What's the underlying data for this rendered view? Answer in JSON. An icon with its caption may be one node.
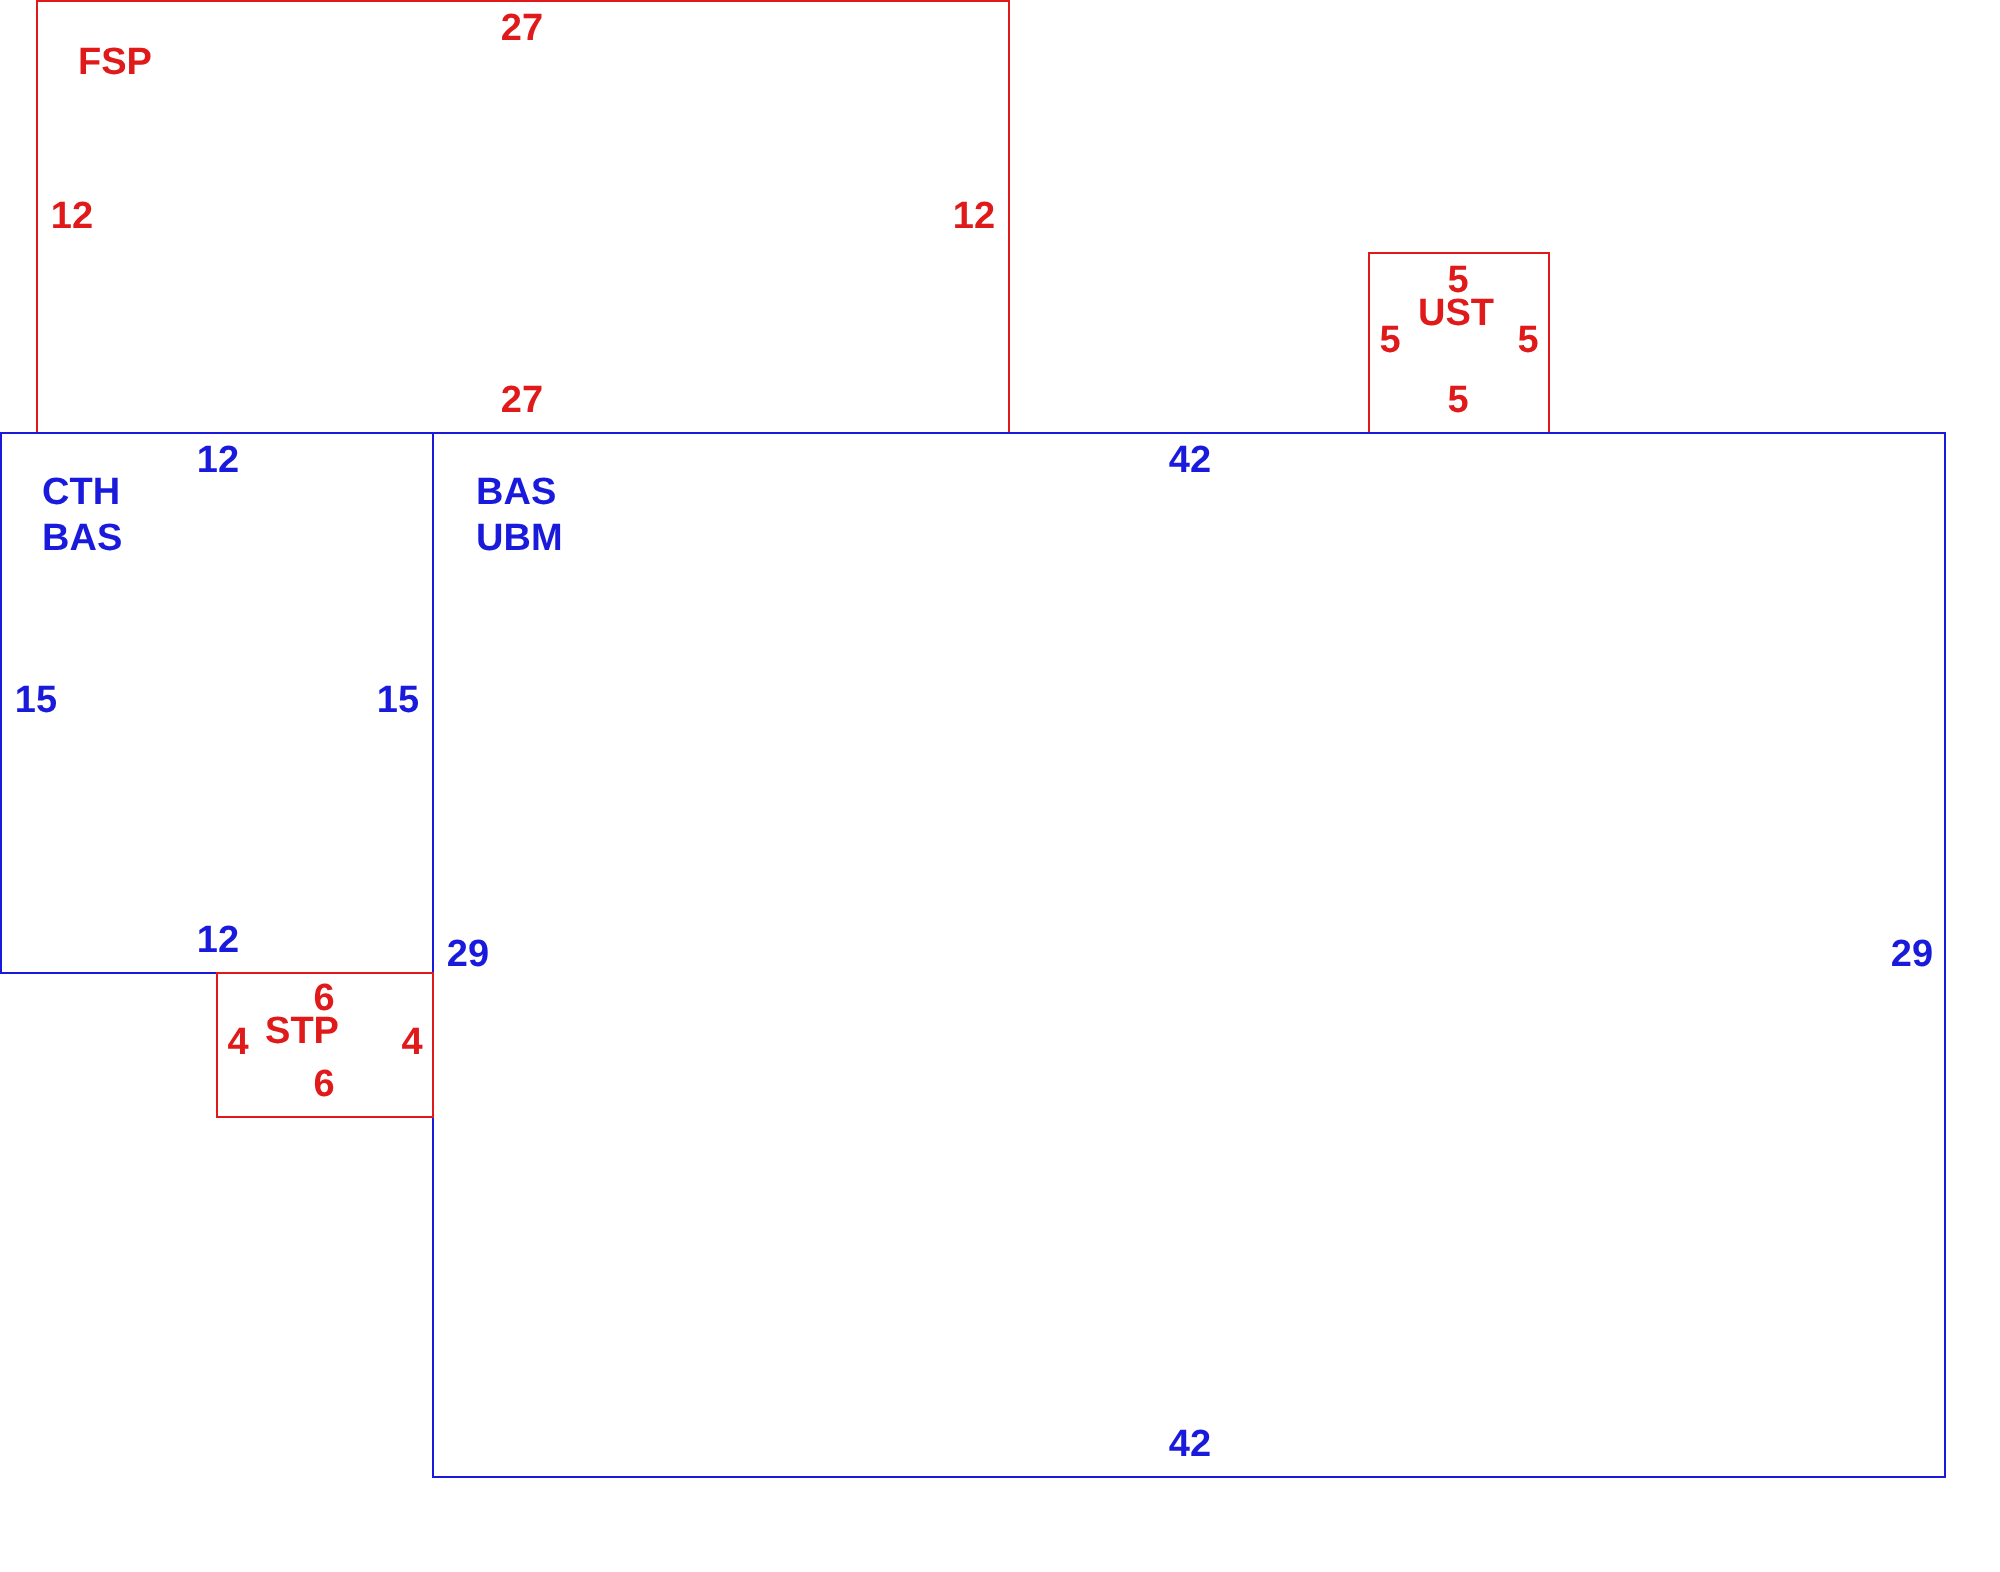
{
  "diagram": {
    "nodes": [
      {
        "text": [
          "FSP",
          "27",
          "12",
          "12",
          "27"
        ]
      },
      {
        "text": [
          "UST",
          "5",
          "5",
          "5",
          "5"
        ]
      },
      {
        "text": [
          "CTH BAS",
          "12",
          "15",
          "15",
          "12"
        ]
      },
      {
        "text": [
          "BAS UBM",
          "42",
          "29",
          "29",
          "42"
        ]
      },
      {
        "text": [
          "STP",
          "6",
          "4",
          "4",
          "6"
        ]
      }
    ]
  }
}
